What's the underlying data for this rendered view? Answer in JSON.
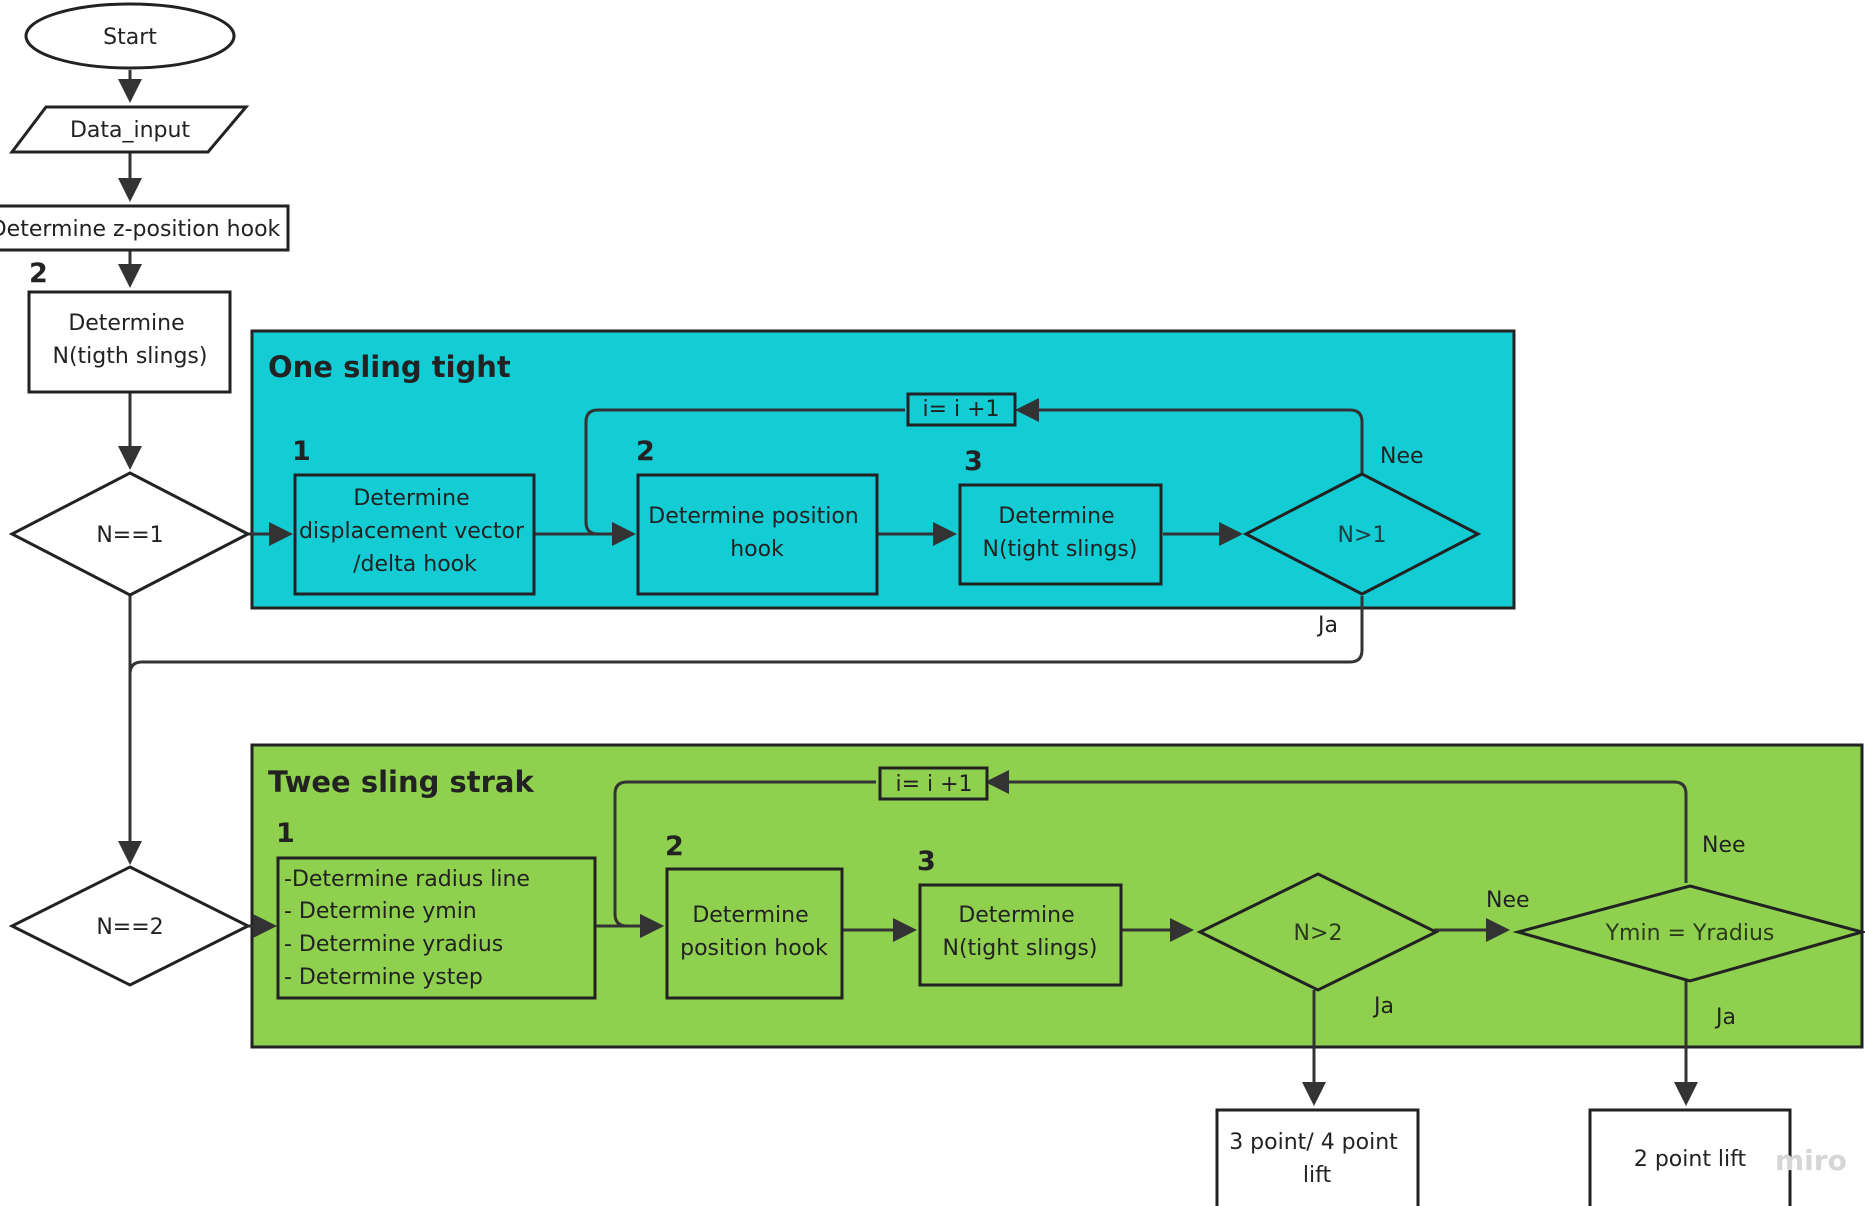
{
  "nodes": {
    "start": "Start",
    "data_input": "Data_input",
    "z_position": "Determine z-position hook",
    "n_tigth": [
      "Determine",
      "N(tigth slings)"
    ],
    "n_eq_1": "N==1",
    "n_eq_2": "N==2",
    "one_sling_displacement": [
      "Determine",
      "displacement vector",
      "/delta hook"
    ],
    "one_sling_position": [
      "Determine position",
      "hook"
    ],
    "one_sling_n_tight": [
      "Determine",
      "N(tight slings)"
    ],
    "one_sling_decision": "N>1",
    "one_sling_increment": "i= i +1",
    "two_sling_radius_list": [
      "-Determine radius line",
      "- Determine ymin",
      "- Determine yradius",
      "- Determine ystep"
    ],
    "two_sling_position": [
      "Determine",
      "position hook"
    ],
    "two_sling_n_tight": [
      "Determine",
      "N(tight slings)"
    ],
    "two_sling_decision": "N>2",
    "two_sling_ymin": "Ymin = Yradius",
    "two_sling_increment": "i= i +1",
    "three_four_point": [
      "3 point/ 4 point",
      "lift"
    ],
    "two_point": "2 point lift"
  },
  "groups": {
    "one_sling": {
      "title": "One sling tight",
      "color": "#13ccd4"
    },
    "two_sling": {
      "title": "Twee sling strak",
      "color": "#8fd14f"
    }
  },
  "step_numbers": {
    "top": "2",
    "one_1": "1",
    "one_2": "2",
    "one_3": "3",
    "two_1": "1",
    "two_2": "2",
    "two_3": "3"
  },
  "edge_labels": {
    "nee": "Nee",
    "ja": "Ja"
  },
  "watermark": "miro"
}
